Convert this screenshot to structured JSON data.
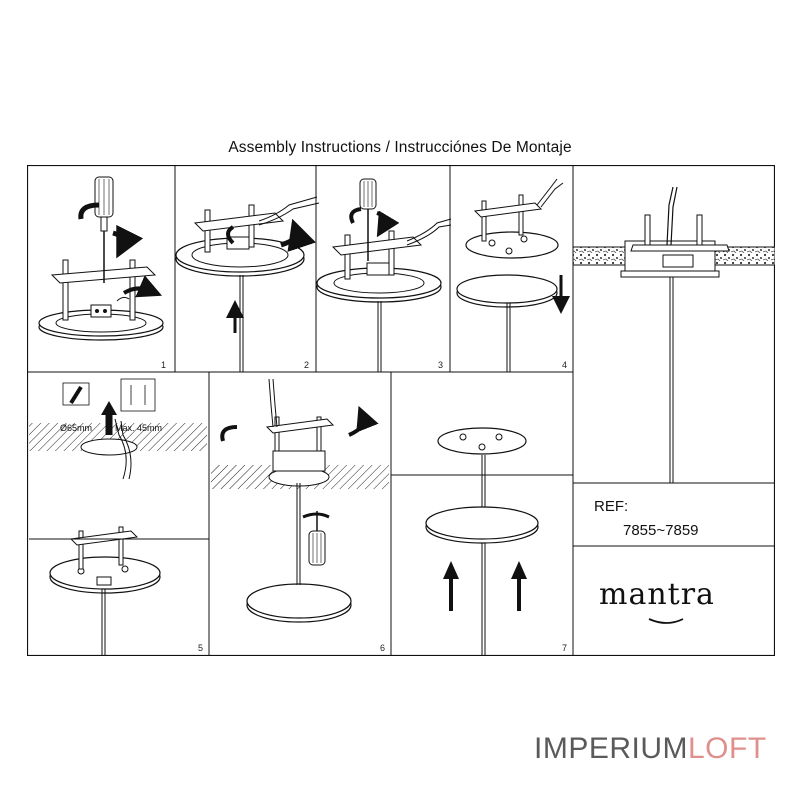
{
  "title": "Assembly Instructions / Instrucciónes De Montaje",
  "panels": {
    "p1": "1",
    "p2": "2",
    "p3": "3",
    "p4": "4",
    "p5": "5",
    "p6": "6",
    "p7": "7"
  },
  "labels": {
    "hole_diameter": "Ø65mm",
    "max_depth": "Max. 45mm"
  },
  "reference": {
    "label": "REF:",
    "codes": "7855~7859"
  },
  "brand": {
    "logo_text": "mantra"
  },
  "watermark": {
    "part1": "IMPERIUM",
    "part2": "LOFT"
  }
}
